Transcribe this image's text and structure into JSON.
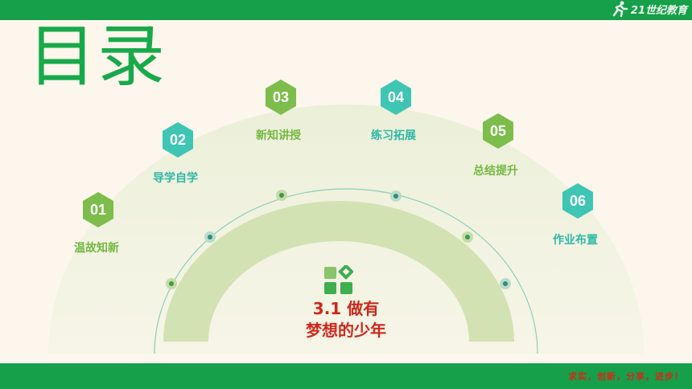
{
  "title": "目录",
  "brand": {
    "logo_text": "21世纪教育"
  },
  "slogan": "求实，创新，分享，进步！",
  "center_title": {
    "line1": "3.1  做有",
    "line2": "梦想的少年"
  },
  "items": [
    {
      "num": "01",
      "label": "温故知新"
    },
    {
      "num": "02",
      "label": "导学自学"
    },
    {
      "num": "03",
      "label": "新知讲授"
    },
    {
      "num": "04",
      "label": "练习拓展"
    },
    {
      "num": "05",
      "label": "总结提升"
    },
    {
      "num": "06",
      "label": "作业布置"
    }
  ],
  "colors": {
    "brand_green": "#16a04a",
    "hex_green": "#7cbd4b",
    "hex_teal": "#3fc5b4",
    "title_red": "#d0281c"
  }
}
